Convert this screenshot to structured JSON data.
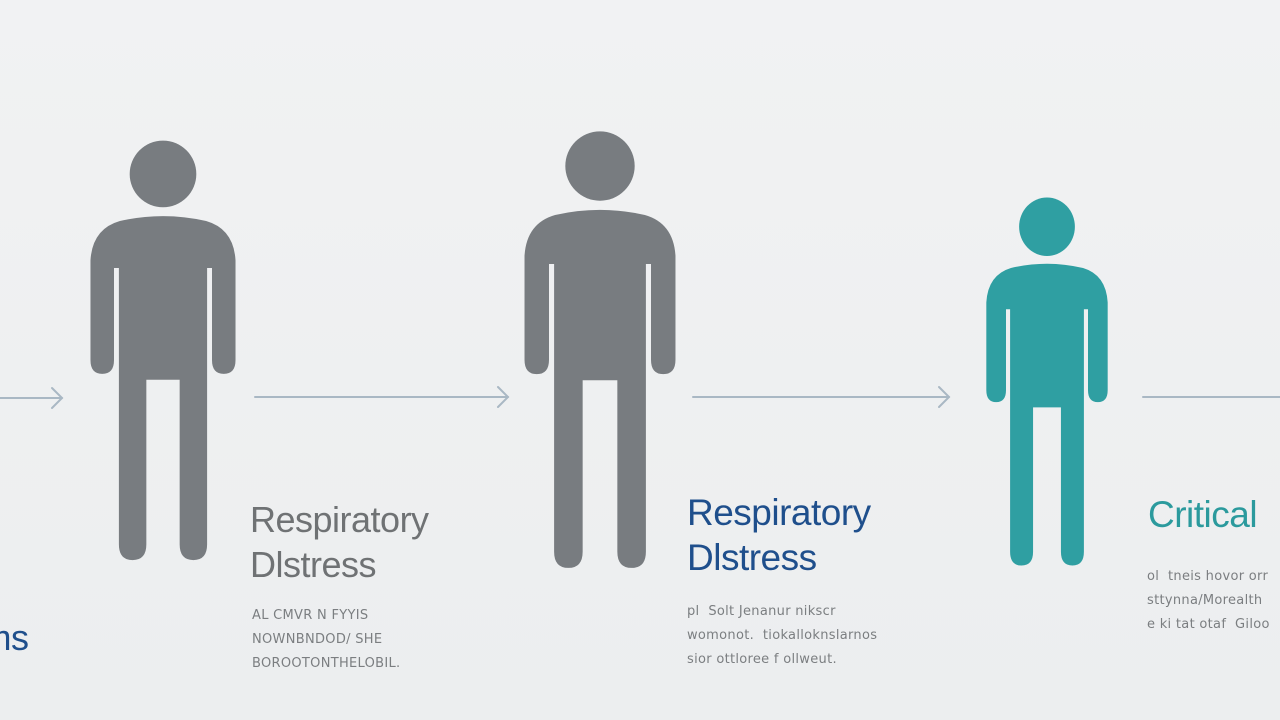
{
  "colors": {
    "background": "#eef0f1",
    "figure_gray": "#787c80",
    "figure_teal": "#2f9fa2",
    "arrow": "#a9b8c4",
    "label_gray": "#6f7274",
    "label_blue": "#1f4f8c",
    "label_teal": "#2b9a9d",
    "desc_gray": "#7b7e81"
  },
  "stages": [
    {
      "title": "lu-\ne\noms",
      "description": "",
      "figure_color": "none",
      "title_color": "#1f4f8c"
    },
    {
      "title": "Respiratory\nDlstress",
      "description": "AL CMVR N FYYIS\nNOWNBNDOD/ SHE\nBOROOTONTHELOBIL.",
      "figure_color": "#787c80",
      "title_color": "#6f7274"
    },
    {
      "title": "Respiratory\nDlstress",
      "description": "pl  Solt Jenanur nikscr\nwomonot.  tiokalloknslarnos\nsior ottloree f ollweut.",
      "figure_color": "#787c80",
      "title_color": "#1f4f8c"
    },
    {
      "title": "Critical",
      "description": "ol  tneis hovor orr\nsttynna/Morealth\ne ki tat otaf  Giloo",
      "figure_color": "#2f9fa2",
      "title_color": "#2b9a9d"
    }
  ],
  "icons": {
    "person": "person-icon",
    "arrow": "arrow-right-icon"
  }
}
